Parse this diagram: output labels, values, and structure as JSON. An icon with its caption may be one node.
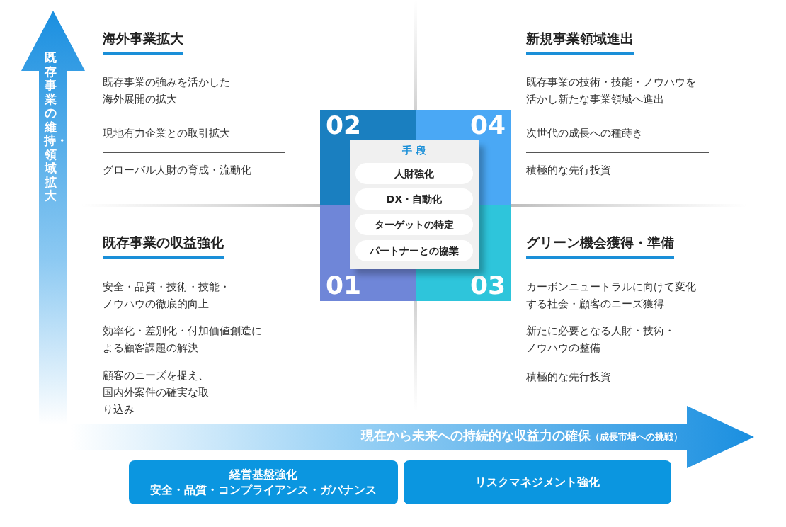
{
  "diagram": {
    "nodes": [
      {
        "text": [
          "02"
        ]
      },
      {
        "text": [
          "04"
        ]
      },
      {
        "text": [
          "01"
        ]
      },
      {
        "text": [
          "03"
        ]
      },
      {
        "text": [
          "手段"
        ]
      },
      {
        "text": [
          "人財強化"
        ],
        "in": 4
      },
      {
        "text": [
          "DX・自動化"
        ],
        "in": 4
      },
      {
        "text": [
          "ターゲットの特定"
        ],
        "in": 4
      },
      {
        "text": [
          "パートナーとの協業"
        ],
        "in": 4
      },
      {
        "text": [
          "経営基盤強化",
          "安全・品質・コンプライアンス・ガバナンス"
        ]
      },
      {
        "text": [
          "リスクマネジメント強化"
        ]
      }
    ],
    "labels": [
      "既存事業の維持・領域拡大",
      "海外事業拡大",
      "既存事業の強みを活かした海外展開の拡大",
      "現地有力企業との取引拡大",
      "グローバル人財の育成・流動化",
      "新規事業領域進出",
      "既存事業の技術・技能・ノウハウを活かし新たな事業領域へ進出",
      "次世代の成長への種蒔き",
      "積極的な先行投資",
      "既存事業の収益強化",
      "安全・品質・技術・技能・ノウハウの徹底的向上",
      "効率化・差別化・付加価値創造による顧客課題の解決",
      "顧客のニーズを捉え、国内外案件の確実な取り込み",
      "グリーン機会獲得・準備",
      "カーボンニュートラルに向けて変化する社会・顧客のニーズ獲得",
      "新たに必要となる人財・技術・ノウハウの整備",
      "積極的な先行投資",
      "現在から未来への持続的な収益力の確保",
      "（成長市場への挑戦）"
    ]
  }
}
